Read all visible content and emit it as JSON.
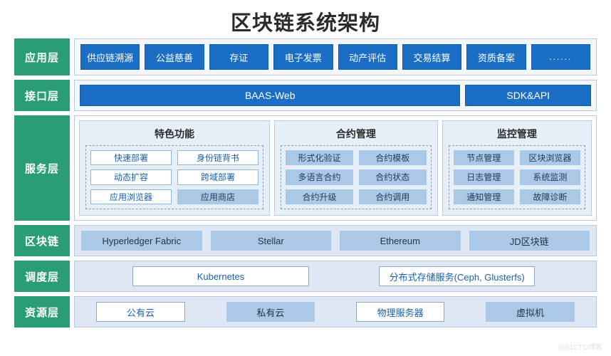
{
  "title": "区块链系统架构",
  "watermark": "@51CTO博客",
  "colors": {
    "label_green": "#2b9d74",
    "primary_blue": "#1a6fc4",
    "soft_blue": "#a9c9e6",
    "band_blue": "#dee7f3",
    "panel_blue": "#e6eef8"
  },
  "layers": {
    "application": {
      "label": "应用层",
      "items": [
        {
          "text": "供应链溯源"
        },
        {
          "text": "公益慈善"
        },
        {
          "text": "存证"
        },
        {
          "text": "电子发票"
        },
        {
          "text": "动产评估"
        },
        {
          "text": "交易结算"
        },
        {
          "text": "资质备案"
        },
        {
          "text": "......"
        }
      ]
    },
    "interface": {
      "label": "接口层",
      "items": [
        {
          "text": "BAAS-Web"
        },
        {
          "text": "SDK&API"
        }
      ]
    },
    "service": {
      "label": "服务层",
      "groups": [
        {
          "title": "特色功能",
          "rows": [
            [
              {
                "text": "快速部署",
                "style": "outline"
              },
              {
                "text": "身份链背书",
                "style": "outline"
              }
            ],
            [
              {
                "text": "动态扩容",
                "style": "outline"
              },
              {
                "text": "跨域部署",
                "style": "outline"
              }
            ],
            [
              {
                "text": "应用浏览器",
                "style": "outline"
              },
              {
                "text": "应用商店",
                "style": "filled"
              }
            ]
          ]
        },
        {
          "title": "合约管理",
          "rows": [
            [
              {
                "text": "形式化验证",
                "style": "filled"
              },
              {
                "text": "合约模板",
                "style": "filled"
              }
            ],
            [
              {
                "text": "多语言合约",
                "style": "filled"
              },
              {
                "text": "合约状态",
                "style": "filled"
              }
            ],
            [
              {
                "text": "合约升级",
                "style": "filled"
              },
              {
                "text": "合约调用",
                "style": "filled"
              }
            ]
          ]
        },
        {
          "title": "监控管理",
          "rows": [
            [
              {
                "text": "节点管理",
                "style": "filled"
              },
              {
                "text": "区块浏览器",
                "style": "filled"
              }
            ],
            [
              {
                "text": "日志管理",
                "style": "filled"
              },
              {
                "text": "系统监测",
                "style": "filled"
              }
            ],
            [
              {
                "text": "通知管理",
                "style": "filled"
              },
              {
                "text": "故障诊断",
                "style": "filled"
              }
            ]
          ]
        }
      ]
    },
    "blockchain": {
      "label": "区块链",
      "items": [
        {
          "text": "Hyperledger Fabric"
        },
        {
          "text": "Stellar"
        },
        {
          "text": "Ethereum"
        },
        {
          "text": "JD区块链"
        }
      ]
    },
    "scheduling": {
      "label": "调度层",
      "items": [
        {
          "text": "Kubernetes"
        },
        {
          "text": "分布式存储服务(Ceph, Glusterfs)"
        }
      ]
    },
    "resource": {
      "label": "资源层",
      "items": [
        {
          "text": "公有云",
          "style": "outline"
        },
        {
          "text": "私有云",
          "style": "filled"
        },
        {
          "text": "物理服务器",
          "style": "outline"
        },
        {
          "text": "虚拟机",
          "style": "filled"
        }
      ]
    }
  }
}
